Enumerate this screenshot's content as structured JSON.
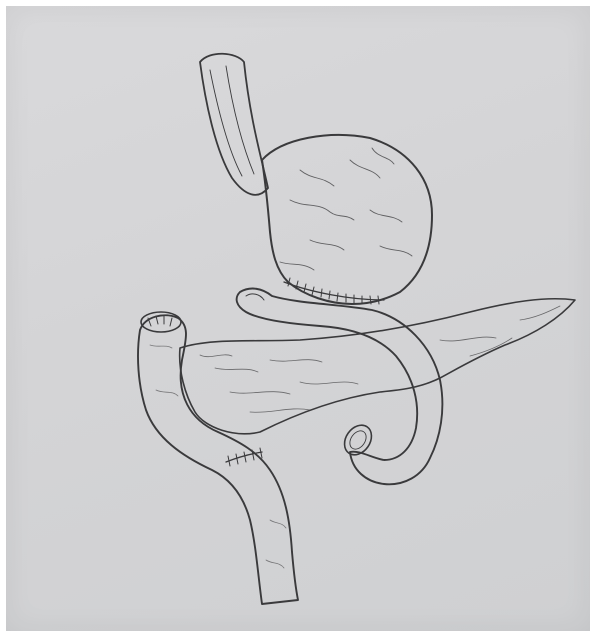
{
  "image": {
    "kind": "pencil sketch",
    "colors": {
      "paper": "#d6d6d8",
      "pencil": "#3a3a3c",
      "shade": "#9c9ca0"
    },
    "structures": [
      "esophagus",
      "stomach",
      "gastric-staple-line",
      "pancreas",
      "jejunal-limb",
      "bowel-stump",
      "jejunojejunal-anastomosis",
      "distal-jejunum",
      "duodenal-stump"
    ]
  }
}
